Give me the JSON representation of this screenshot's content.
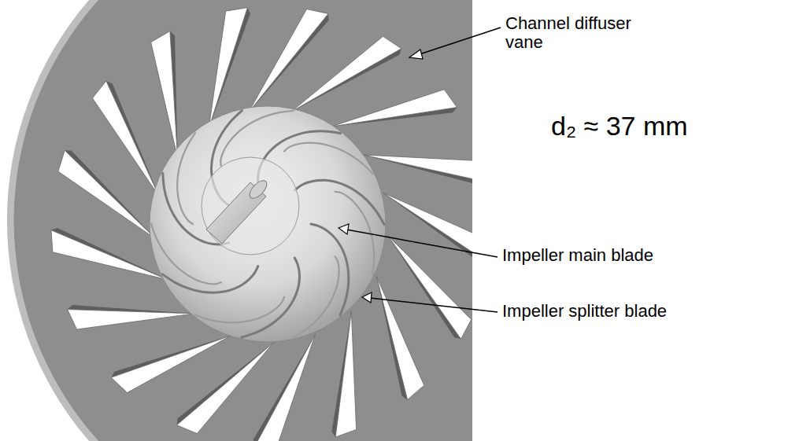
{
  "diagram": {
    "labels": [
      "Channel diffuser vane",
      "d₂ ≈ 37 mm",
      "Impeller main blade",
      "Impeller splitter blade"
    ]
  }
}
